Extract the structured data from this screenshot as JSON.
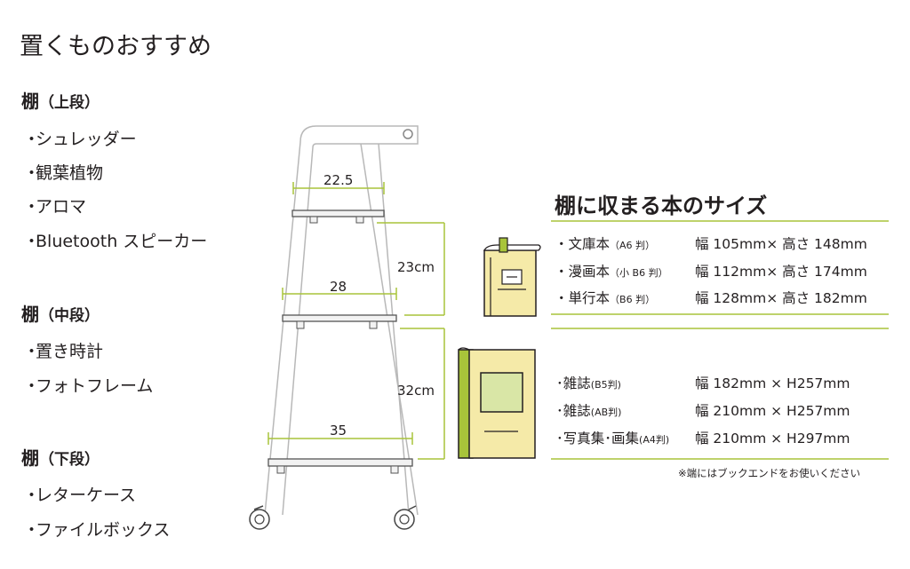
{
  "title": "置くものおすすめ",
  "sections": [
    {
      "heading": "棚",
      "sub": "（上段）",
      "items": [
        "シュレッダー",
        "観葉植物",
        "アロマ",
        "Bluetooth スピーカー"
      ]
    },
    {
      "heading": "棚",
      "sub": "（中段）",
      "items": [
        "置き時計",
        "フォトフレーム"
      ]
    },
    {
      "heading": "棚",
      "sub": "（下段）",
      "items": [
        "レターケース",
        "ファイルボックス"
      ]
    }
  ],
  "diagram": {
    "shelf_widths": [
      "22.5",
      "28",
      "35"
    ],
    "heights": [
      "23cm",
      "32cm"
    ]
  },
  "books": {
    "title": "棚に収まる本のサイズ",
    "group1": [
      {
        "name": "文庫本",
        "note": "（A6 判）",
        "size": "幅 105mm× 高さ 148mm"
      },
      {
        "name": "漫画本",
        "note": "（小 B6 判）",
        "size": "幅 112mm× 高さ 174mm"
      },
      {
        "name": "単行本",
        "note": "（B6 判）",
        "size": "幅 128mm× 高さ 182mm"
      }
    ],
    "group2": [
      {
        "name": "雑誌",
        "note": "(B5判)",
        "size": "幅 182mm × H257mm"
      },
      {
        "name": "雑誌",
        "note": "(AB判)",
        "size": "幅 210mm × H257mm"
      },
      {
        "name": "写真集･画集",
        "note": "(A4判)",
        "size": "幅 210mm × H297mm"
      }
    ],
    "note": "※端にはブックエンドをお使いください"
  },
  "colors": {
    "accent": "#a8c43a",
    "book_fill": "#f5eaa8",
    "book_stroke": "#231f20",
    "book_screen": "#d9e6a6"
  }
}
